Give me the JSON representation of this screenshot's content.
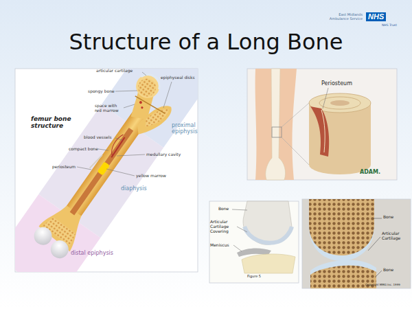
{
  "diagram": {
    "title": "Structure of a Long Bone",
    "nodes": [
      {
        "text": [
          "NHS"
        ]
      }
    ],
    "labels": [
      "East Midlands Ambulance Service",
      "NHS Trust",
      "articular cartilage",
      "epiphyseal disks",
      "spongy bone",
      "space with red marrow",
      "femur bone structure",
      "blood vessels",
      "compact bone",
      "medullary cavity",
      "periosteum",
      "yellow marrow",
      "proximal epiphysis",
      "diaphysis",
      "distal epiphysis",
      "Periosteum",
      "ADAM.",
      "Bone",
      "Articular Cartilage Covering",
      "Meniscus",
      "Figure 5",
      "Bone",
      "Articular Cartilage",
      "Bone",
      "Copyright MMG Inc. 1999"
    ]
  }
}
